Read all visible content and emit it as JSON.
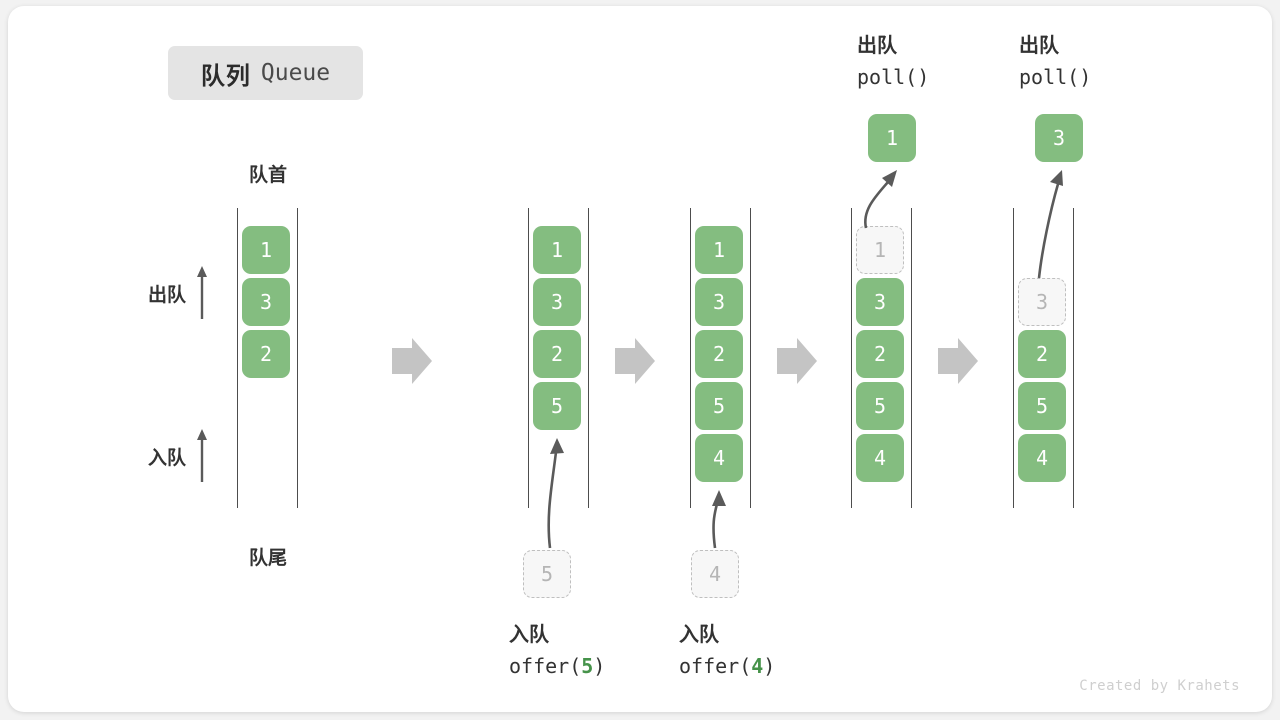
{
  "title": {
    "cn": "队列",
    "en": "Queue"
  },
  "labels": {
    "head": "队首",
    "tail": "队尾",
    "dequeue_side": "出队",
    "enqueue_side": "入队"
  },
  "colors": {
    "item_fill": "#84bd80",
    "item_text": "#ffffff",
    "ghost_fill": "#f7f7f7",
    "ghost_border": "#bfbfbf",
    "ghost_text": "#b5b5b5",
    "rail": "#4d4d4d",
    "arrow": "#5a5a5a",
    "step_arrow": "#c4c4c4",
    "badge_bg": "#e4e4e4",
    "code_arg": "#46934a"
  },
  "columns": [
    {
      "id": "initial",
      "items": [
        {
          "value": "1",
          "state": "filled"
        },
        {
          "value": "3",
          "state": "filled"
        },
        {
          "value": "2",
          "state": "filled"
        }
      ]
    },
    {
      "id": "after-offer-5",
      "items": [
        {
          "value": "1",
          "state": "filled"
        },
        {
          "value": "3",
          "state": "filled"
        },
        {
          "value": "2",
          "state": "filled"
        },
        {
          "value": "5",
          "state": "filled"
        }
      ]
    },
    {
      "id": "after-offer-4",
      "items": [
        {
          "value": "1",
          "state": "filled"
        },
        {
          "value": "3",
          "state": "filled"
        },
        {
          "value": "2",
          "state": "filled"
        },
        {
          "value": "5",
          "state": "filled"
        },
        {
          "value": "4",
          "state": "filled"
        }
      ]
    },
    {
      "id": "after-poll-1",
      "items": [
        {
          "value": "1",
          "state": "ghost"
        },
        {
          "value": "3",
          "state": "filled"
        },
        {
          "value": "2",
          "state": "filled"
        },
        {
          "value": "5",
          "state": "filled"
        },
        {
          "value": "4",
          "state": "filled"
        }
      ]
    },
    {
      "id": "after-poll-3",
      "items": [
        {
          "value": "",
          "state": "empty"
        },
        {
          "value": "3",
          "state": "ghost"
        },
        {
          "value": "2",
          "state": "filled"
        },
        {
          "value": "5",
          "state": "filled"
        },
        {
          "value": "4",
          "state": "filled"
        }
      ]
    }
  ],
  "operations": [
    {
      "id": "offer-5",
      "kind": "enqueue",
      "cn": "入队",
      "code_prefix": "offer(",
      "arg": "5",
      "code_suffix": ")",
      "pending_value": "5"
    },
    {
      "id": "offer-4",
      "kind": "enqueue",
      "cn": "入队",
      "code_prefix": "offer(",
      "arg": "4",
      "code_suffix": ")",
      "pending_value": "4"
    },
    {
      "id": "poll-1",
      "kind": "dequeue",
      "cn": "出队",
      "code_prefix": "poll(",
      "arg": "",
      "code_suffix": ")",
      "popped_value": "1"
    },
    {
      "id": "poll-3",
      "kind": "dequeue",
      "cn": "出队",
      "code_prefix": "poll(",
      "arg": "",
      "code_suffix": ")",
      "popped_value": "3"
    }
  ],
  "watermark": "Created by Krahets"
}
